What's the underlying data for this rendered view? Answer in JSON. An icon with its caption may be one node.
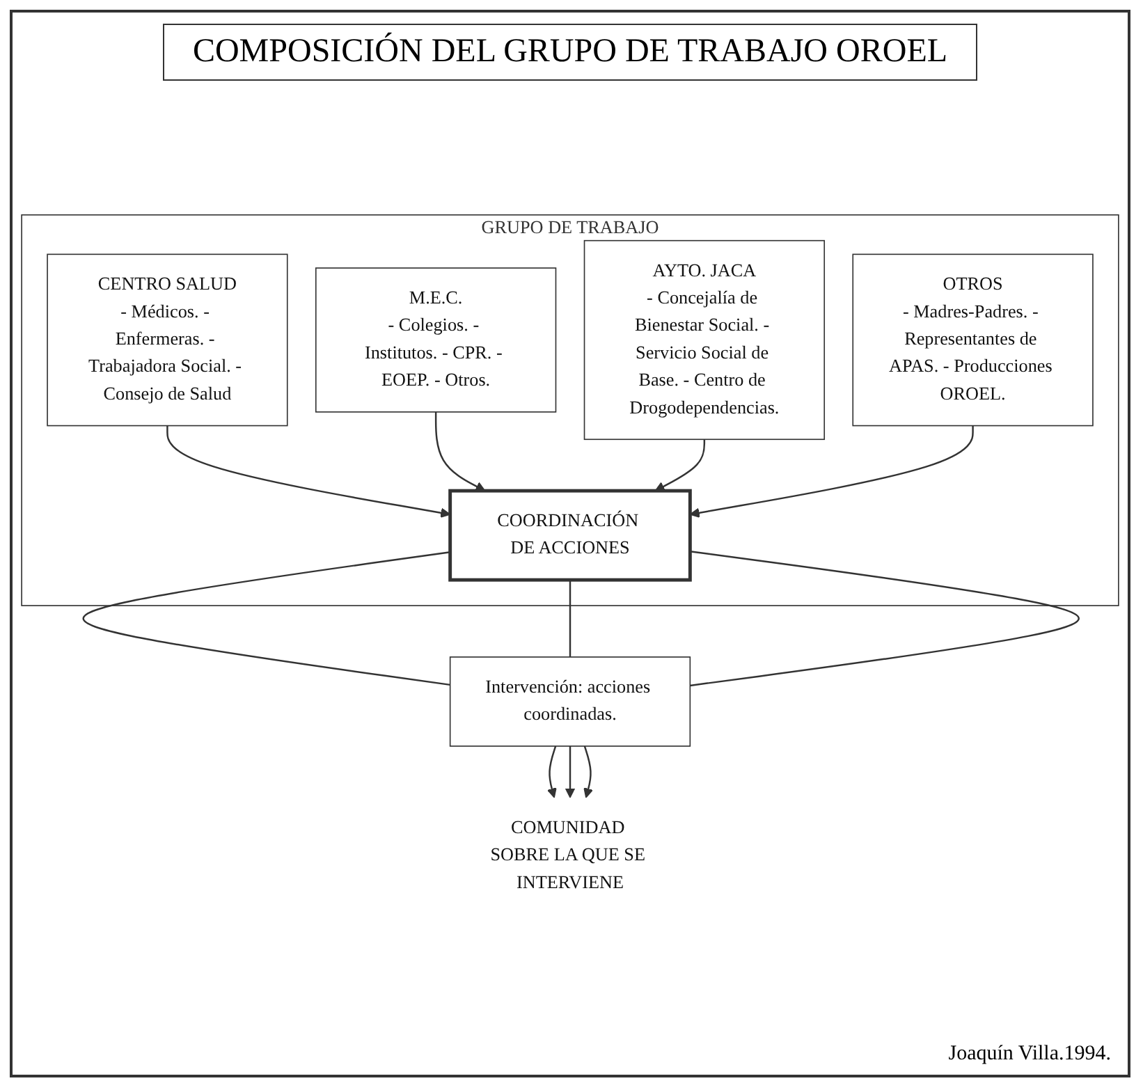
{
  "diagram": {
    "title": "COMPOSICIÓN DEL GRUPO DE TRABAJO OROEL",
    "caption": "Joaquín Villa.1994.",
    "nodes": [
      {
        "text": [
          "GRUPO DE TRABAJO"
        ]
      },
      {
        "text": [
          "CENTRO SALUD",
          "- Médicos. - Enfermeras. - Trabajadora Social. - Consejo de Salud"
        ],
        "in": 0
      },
      {
        "text": [
          "M.E.C.",
          "- Colegios. - Institutos. - CPR. - EOEP. - Otros."
        ],
        "in": 0
      },
      {
        "text": [
          "AYTO. JACA",
          "- Concejalía de Bienestar Social. - Servicio Social de Base. - Centro de Drogodependencias."
        ],
        "in": 0
      },
      {
        "text": [
          "OTROS",
          "- Madres-Padres. - Representantes de APAS. - Producciones OROEL."
        ],
        "in": 0
      },
      {
        "text": [
          "COORDINACIÓN DE ACCIONES"
        ],
        "in": 0
      },
      {
        "text": [
          "Intervención: acciones coordinadas."
        ]
      },
      {
        "text": [
          "COMUNIDAD SOBRE LA QUE SE INTERVIENE"
        ]
      }
    ],
    "edges": [
      {
        "from": 1,
        "to": 5,
        "arrow": "to"
      },
      {
        "from": 2,
        "to": 5,
        "arrow": "to"
      },
      {
        "from": 3,
        "to": 5,
        "arrow": "to"
      },
      {
        "from": 4,
        "to": 5,
        "arrow": "to"
      },
      {
        "from": 5,
        "to": 6,
        "arrow": "none"
      },
      {
        "from": 5,
        "to": 6,
        "arrow": "none"
      },
      {
        "from": 5,
        "to": 6,
        "arrow": "none"
      },
      {
        "from": 6,
        "to": 7,
        "arrow": "to"
      },
      {
        "from": 6,
        "to": 7,
        "arrow": "to"
      },
      {
        "from": 6,
        "to": 7,
        "arrow": "to"
      }
    ]
  }
}
